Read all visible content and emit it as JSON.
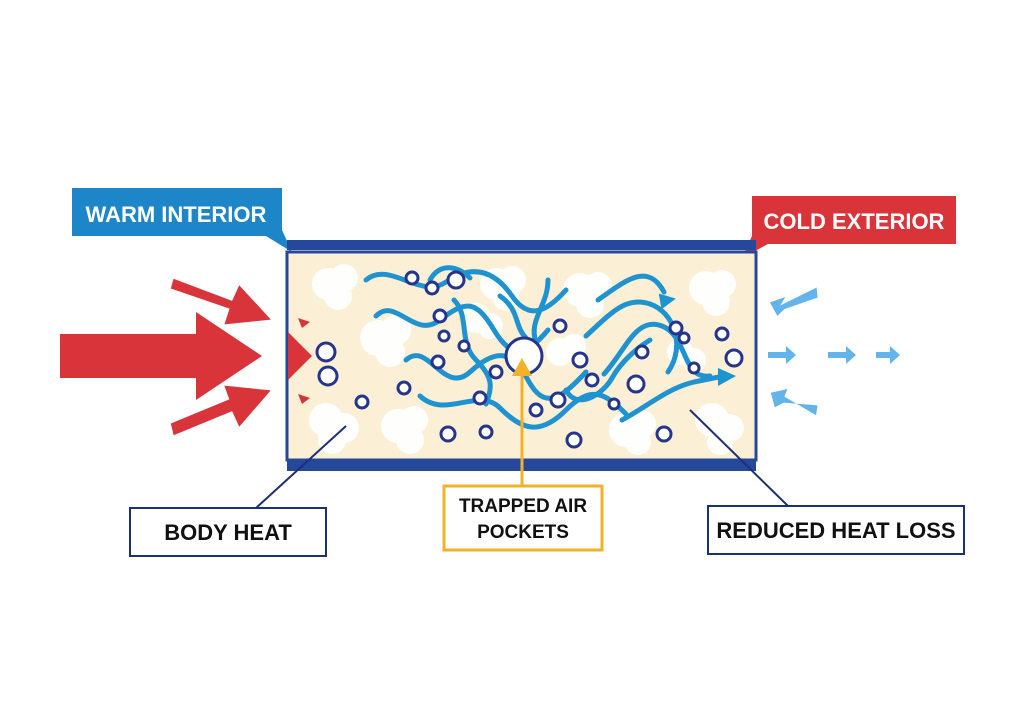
{
  "labels": {
    "warm_interior": "WARM INTERIOR",
    "cold_exterior": "COLD EXTERIOR",
    "body_heat": "BODY HEAT",
    "trapped_air_line1": "TRAPPED AIR",
    "trapped_air_line2": "POCKETS",
    "reduced_heat_loss": "REDUCED HEAT LOSS"
  },
  "colors": {
    "warm_tag": "#1c86c8",
    "cold_tag": "#d8343a",
    "heat_arrow": "#d8343a",
    "cold_arrow": "#63b4ea",
    "panel_border": "#26489a",
    "panel_fill": "#fbefd6",
    "fiber": "#1f93cf",
    "air_bubble": "#25358c",
    "callout_border": "#1d2f78",
    "trapped_callout": "#f3b12a",
    "fluff": "#ffffff"
  }
}
